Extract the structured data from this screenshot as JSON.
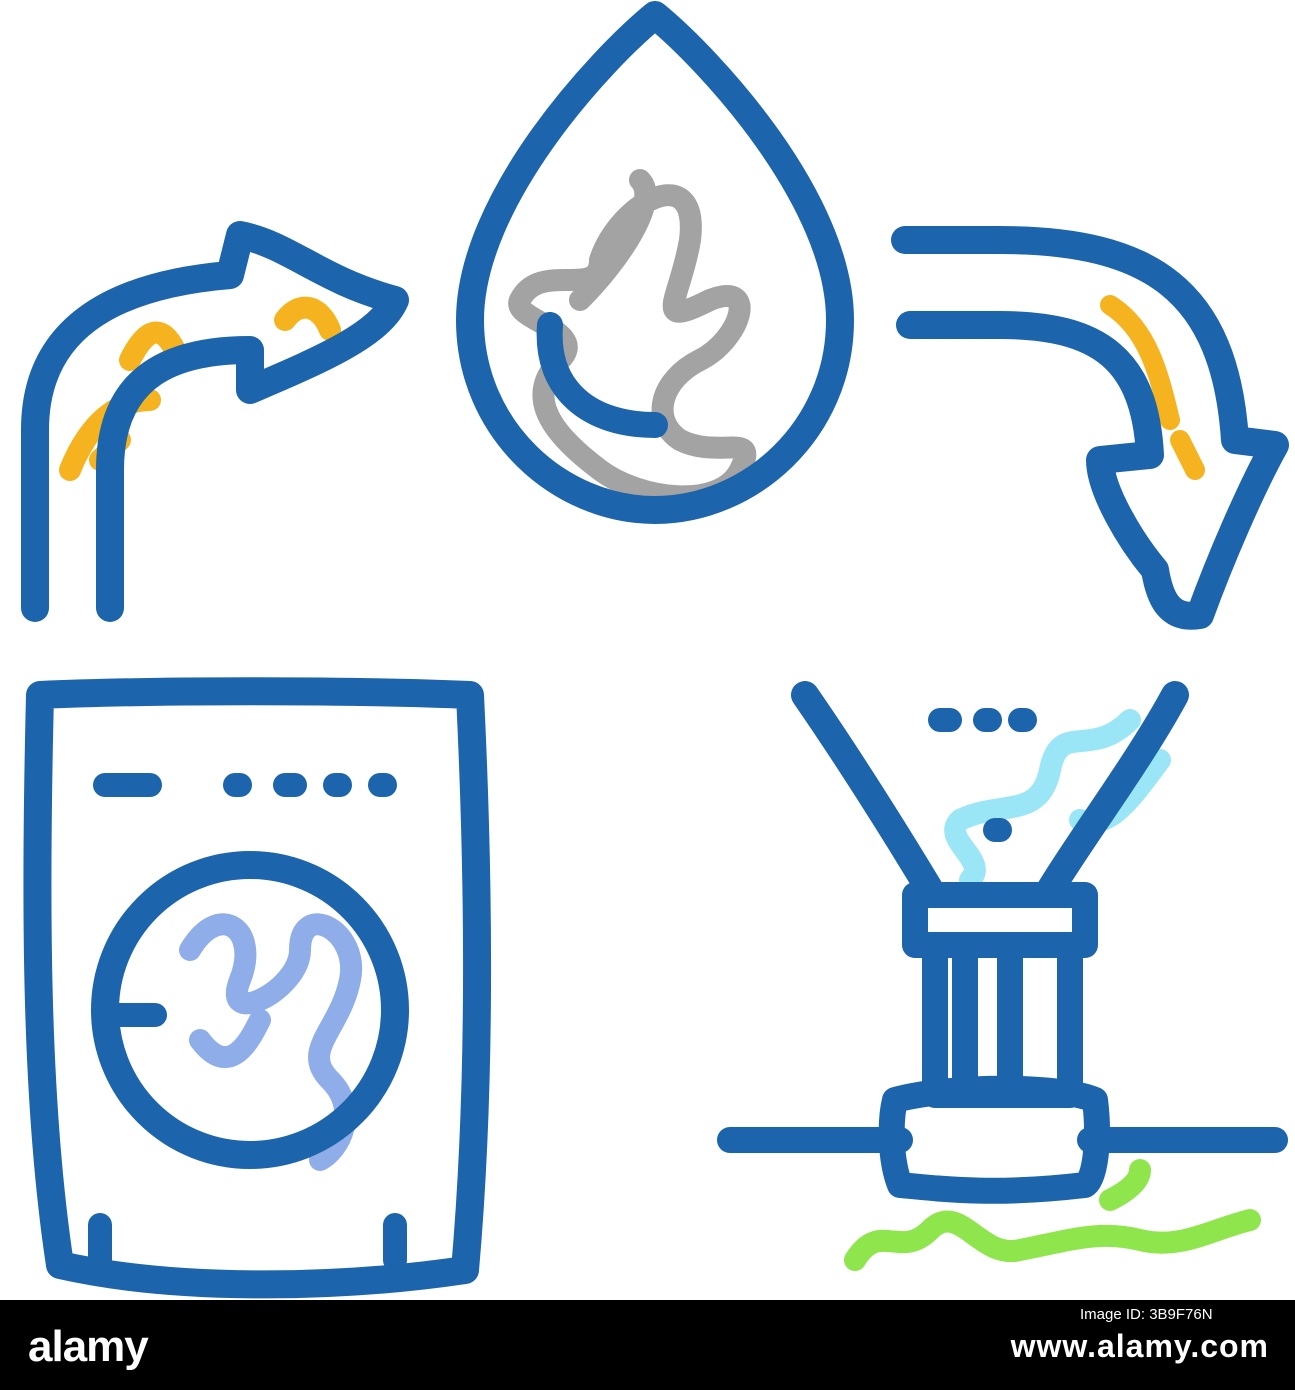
{
  "watermark": {
    "brand": "alamy",
    "image_id_label": "Image ID: 3B9F76N",
    "image_code": "www.alamy.com"
  },
  "colors": {
    "outline": "#1c64ab",
    "orange": "#f5b31f",
    "gray": "#a3a3a3",
    "lavender": "#8faee9",
    "cyan": "#9be6f6",
    "green": "#8ee64c",
    "band": "#000000"
  },
  "icons": [
    "arrow-up-right-icon",
    "water-drop-icon",
    "arrow-down-right-icon",
    "washing-machine-icon",
    "sprinkler-icon"
  ]
}
